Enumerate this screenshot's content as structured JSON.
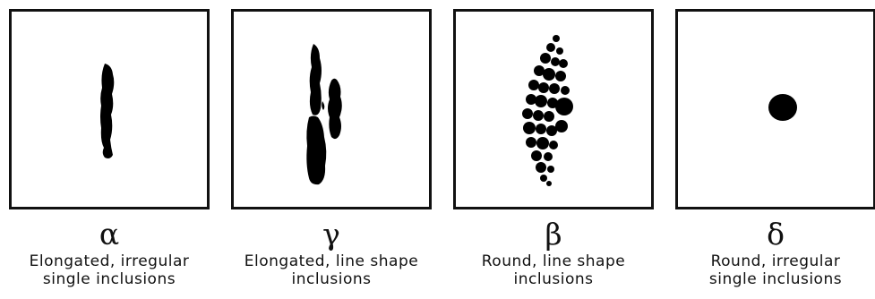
{
  "figures": [
    {
      "symbol": "α",
      "line1": "Elongated, irregular",
      "line2": "single inclusions"
    },
    {
      "symbol": "γ",
      "line1": "Elongated, line shape",
      "line2": "inclusions"
    },
    {
      "symbol": "β",
      "line1": "Round, line shape",
      "line2": "inclusions"
    },
    {
      "symbol": "δ",
      "line1": "Round, irregular",
      "line2": "single inclusions"
    }
  ]
}
